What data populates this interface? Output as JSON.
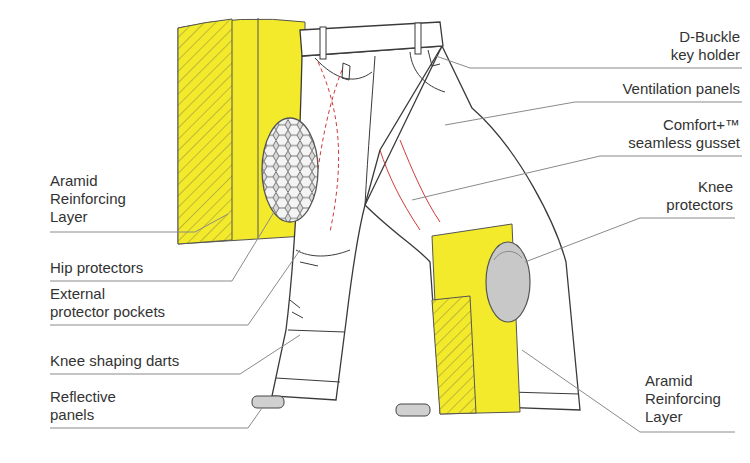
{
  "diagram": {
    "labels": [
      "D-Buckle key holder",
      "Ventilation panels",
      "Comfort+™ seamless gusset",
      "Aramid Reinforcing Layer",
      "Knee protectors",
      "Hip protectors",
      "External protector pockets",
      "Knee shaping darts",
      "Reflective panels",
      "Aramid Reinforcing Layer"
    ]
  }
}
